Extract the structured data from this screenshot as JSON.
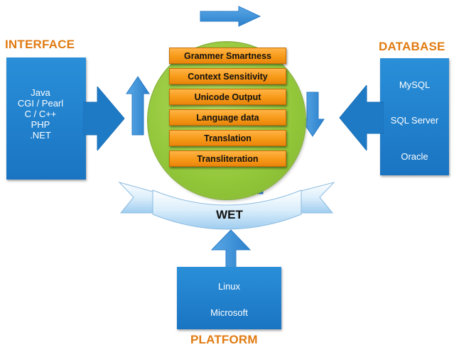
{
  "interface": {
    "label": "INTERFACE",
    "items": [
      "Java",
      "CGI / Pearl",
      "C / C++",
      "PHP",
      ".NET"
    ]
  },
  "database": {
    "label": "DATABASE",
    "items": [
      "MySQL",
      "SQL Server",
      "Oracle"
    ]
  },
  "platform": {
    "label": "PLATFORM",
    "items": [
      "Linux",
      "Microsoft"
    ]
  },
  "core": {
    "items": [
      "Grammer Smartness",
      "Context Sensitivity",
      "Unicode Output",
      "Language data",
      "Translation",
      "Transliteration"
    ]
  },
  "wet": {
    "label": "WET"
  },
  "colors": {
    "accent_orange": "#e07b12",
    "box_blue": "#1a74c2",
    "circle_green": "#93c73a",
    "bar_orange": "#f79a18"
  }
}
